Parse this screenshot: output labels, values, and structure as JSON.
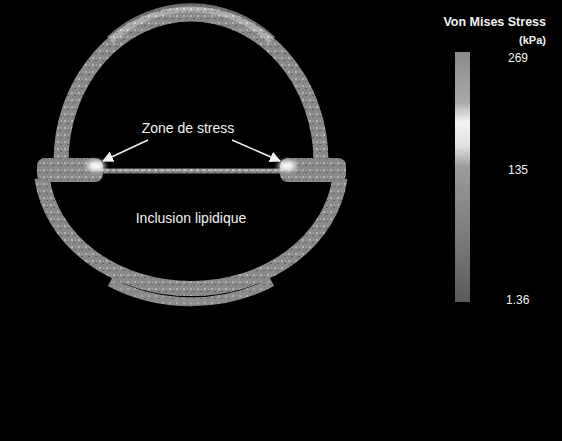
{
  "diagram": {
    "nodes": [
      {
        "text": [
          "Inclusion lipidique"
        ]
      }
    ],
    "labels": [
      "Zone de stress",
      "Von Mises Stress",
      "(kPa)",
      "269",
      "135",
      "1.36"
    ]
  }
}
